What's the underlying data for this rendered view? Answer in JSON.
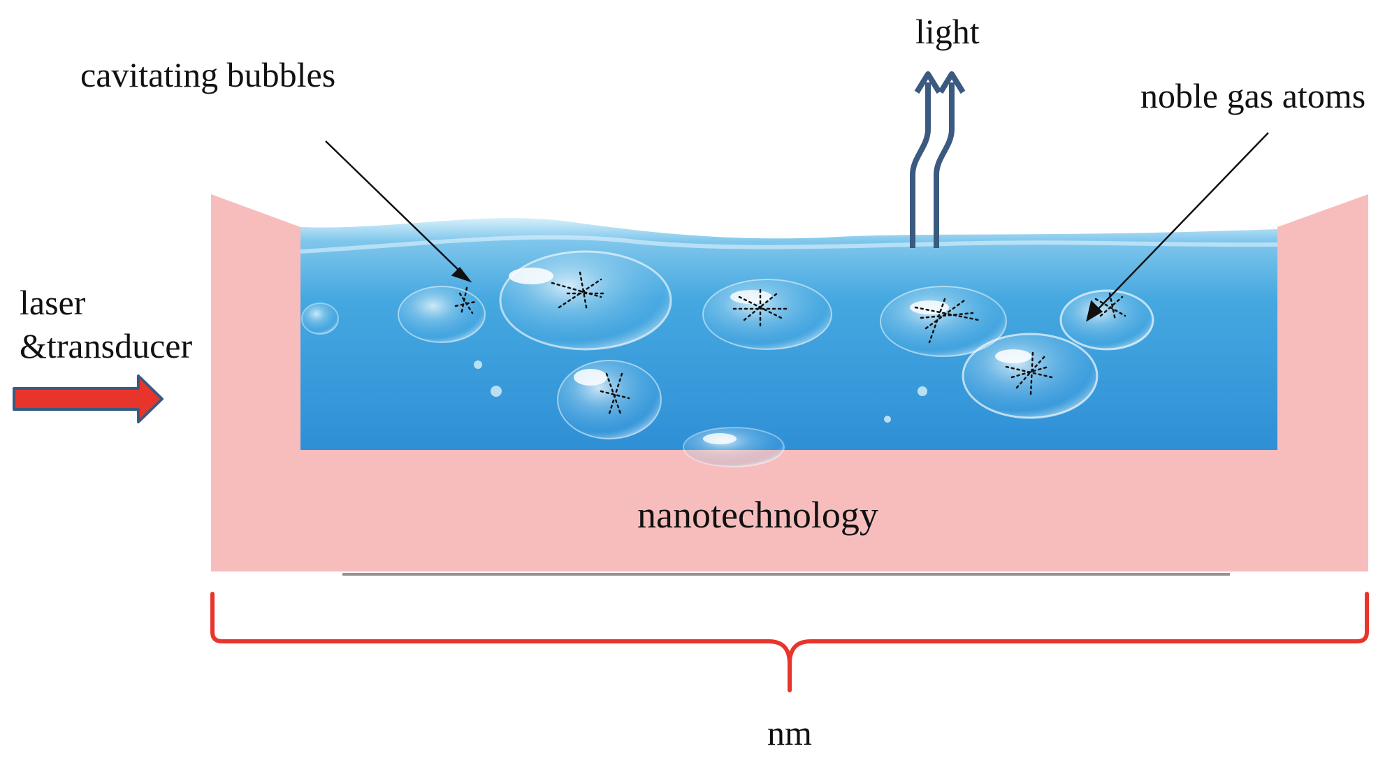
{
  "labels": {
    "cavitating_bubbles": "cavitating bubbles",
    "light": "light",
    "noble_gas_atoms": "noble gas atoms",
    "laser": "laser",
    "transducer": "&transducer",
    "nanotechnology": "nanotechnology",
    "nm": "nm"
  },
  "colors": {
    "container": "#f7bdbd",
    "water_top": "#bfe6f7",
    "water_mid": "#45a8e0",
    "water_deep": "#2a7fc8",
    "light_arrow": "#3b5a80",
    "laser_arrow_fill": "#e8352b",
    "laser_arrow_stroke": "#3b5a80",
    "brace": "#e8352b",
    "pointer": "#111111"
  }
}
